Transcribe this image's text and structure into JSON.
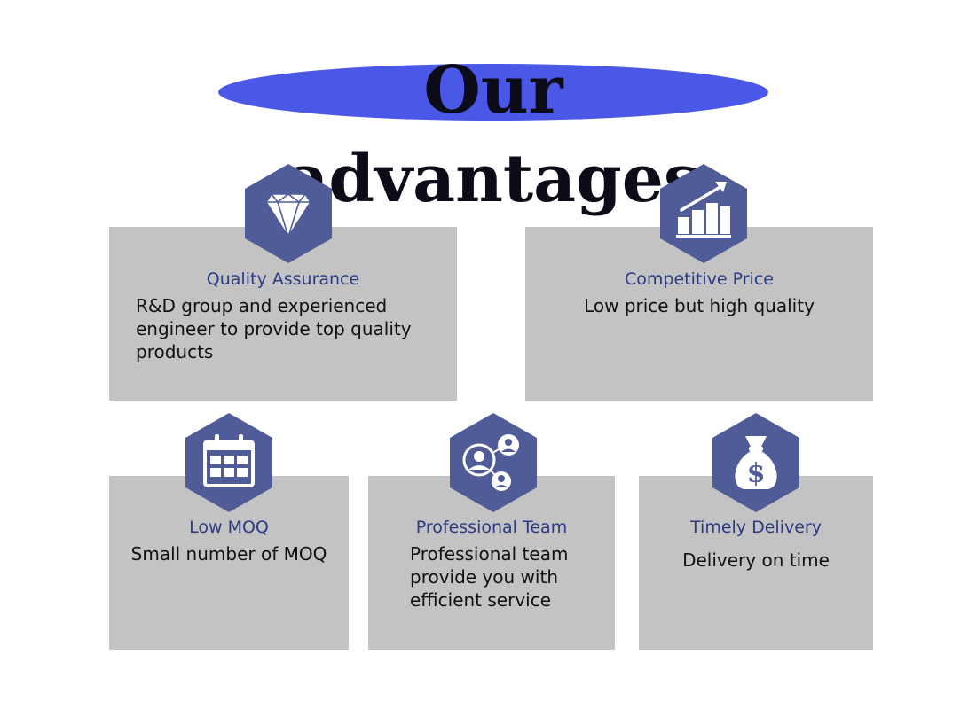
{
  "header": {
    "title": "Our advantages"
  },
  "cards": [
    {
      "icon": "diamond-icon",
      "title": "Quality Assurance",
      "text": "R&D group and experienced engineer to provide top quality products"
    },
    {
      "icon": "growth-chart-icon",
      "title": "Competitive Price",
      "text": "Low price but high quality"
    },
    {
      "icon": "calendar-icon",
      "title": "Low MOQ",
      "text": "Small number of MOQ"
    },
    {
      "icon": "team-icon",
      "title": "Professional Team",
      "text": "Professional team provide you with efficient service"
    },
    {
      "icon": "money-bag-icon",
      "title": "Timely Delivery",
      "text": "Delivery on time"
    }
  ],
  "colors": {
    "accent": "#4b57e6",
    "hexagon": "#4f5c98",
    "card": "#c3c3c3",
    "card_title": "#2c3a84"
  },
  "money_bag_symbol": "$"
}
